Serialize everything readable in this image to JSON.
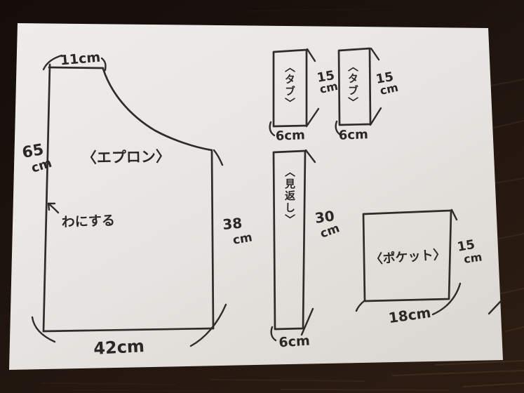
{
  "photo": {
    "description": "Hand-drawn apron sewing pattern sketch on white paper, photographed on a dark wood table"
  },
  "colors": {
    "wood_dark": "#150e0b",
    "wood_mid": "#2a1b12",
    "wood_grain": "#7a5f45",
    "paper": "#e7e4e1",
    "ink": "#2f2b28"
  },
  "pieces": {
    "apron": {
      "label": "〈エプロン〉",
      "top_width": "11cm",
      "left_height": [
        "65",
        "cm"
      ],
      "right_height": [
        "38",
        "cm"
      ],
      "bottom_width": "42cm",
      "fold_note": "わにする"
    },
    "tabs": [
      {
        "label": "〈タブ〉",
        "height": [
          "15",
          "cm"
        ],
        "width": "6cm"
      },
      {
        "label": "〈タブ〉",
        "height": [
          "15",
          "cm"
        ],
        "width": "6cm"
      }
    ],
    "facing": {
      "label": "〈見返し〉",
      "height": [
        "30",
        "cm"
      ],
      "width": "6cm"
    },
    "pocket": {
      "label": "〈ポケット〉",
      "height": [
        "15",
        "cm"
      ],
      "width": "18cm"
    }
  }
}
